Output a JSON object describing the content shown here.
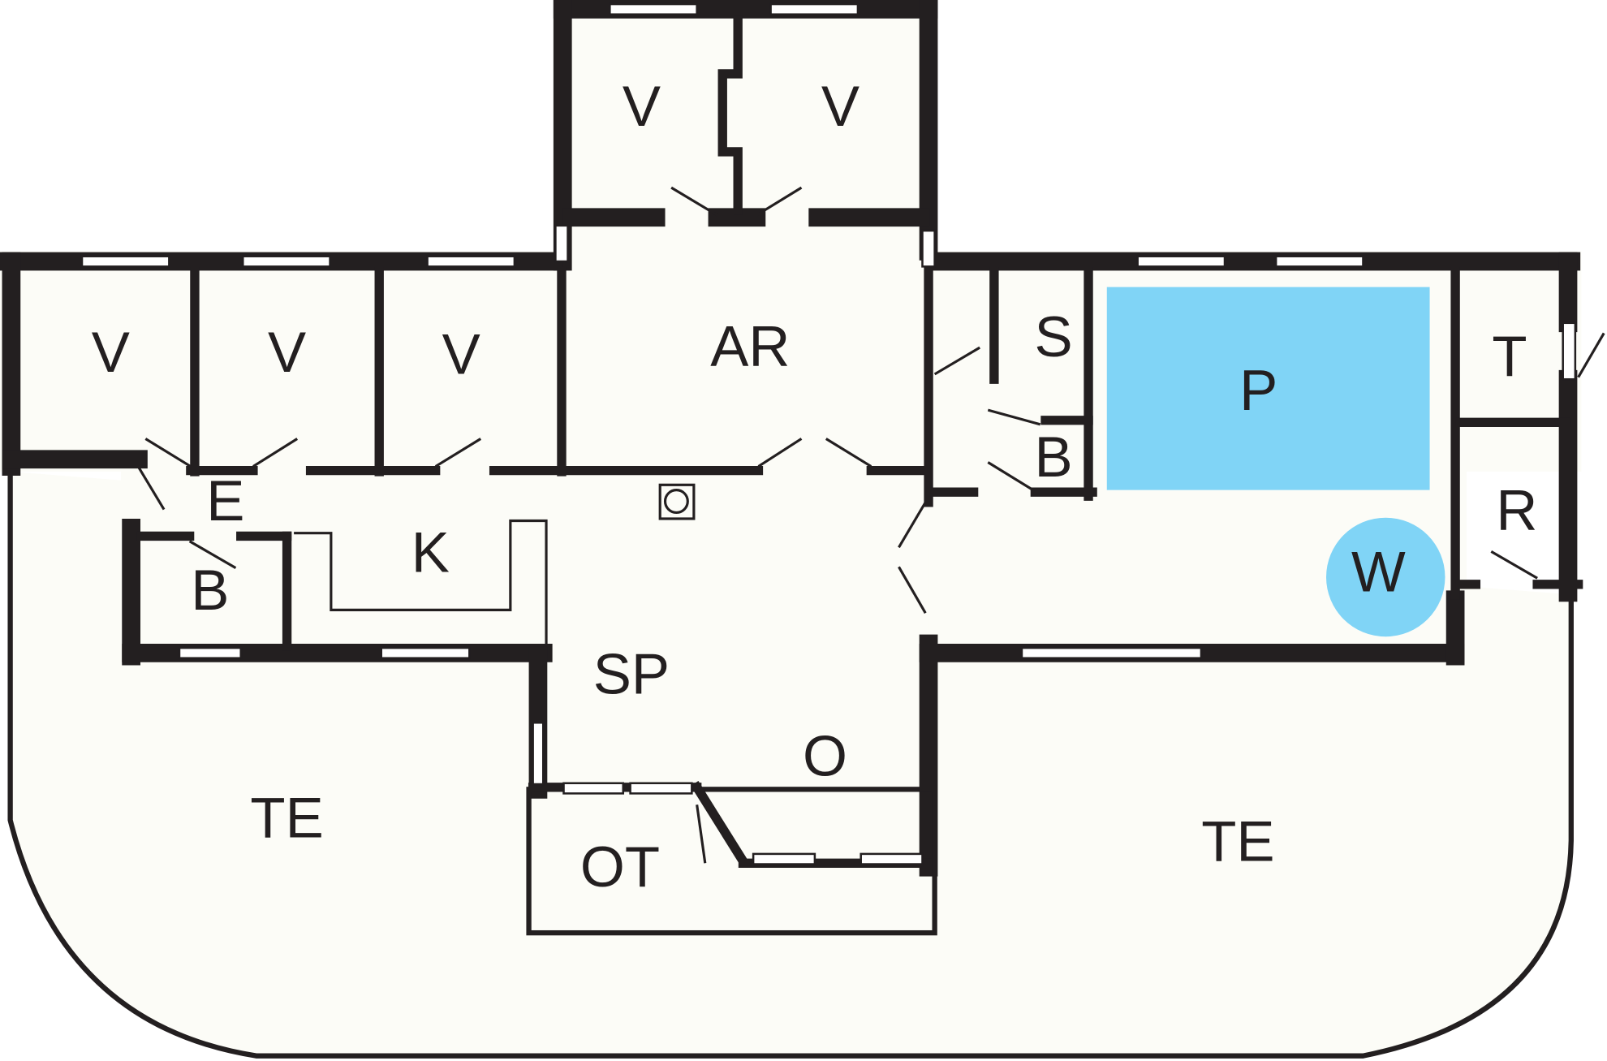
{
  "floorplan": {
    "colors": {
      "wall": "#231f20",
      "floor": "#fcfcf7",
      "pool": "#80d4f6"
    },
    "rooms": {
      "v_top_left": "V",
      "v_top_right": "V",
      "v_left_1": "V",
      "v_left_2": "V",
      "v_left_3": "V",
      "ar": "AR",
      "s": "S",
      "p": "P",
      "t": "T",
      "b_right": "B",
      "r": "R",
      "w": "W",
      "e": "E",
      "b_left": "B",
      "k": "K",
      "sp": "SP",
      "o": "O",
      "ot": "OT",
      "te_left": "TE",
      "te_right": "TE"
    }
  }
}
